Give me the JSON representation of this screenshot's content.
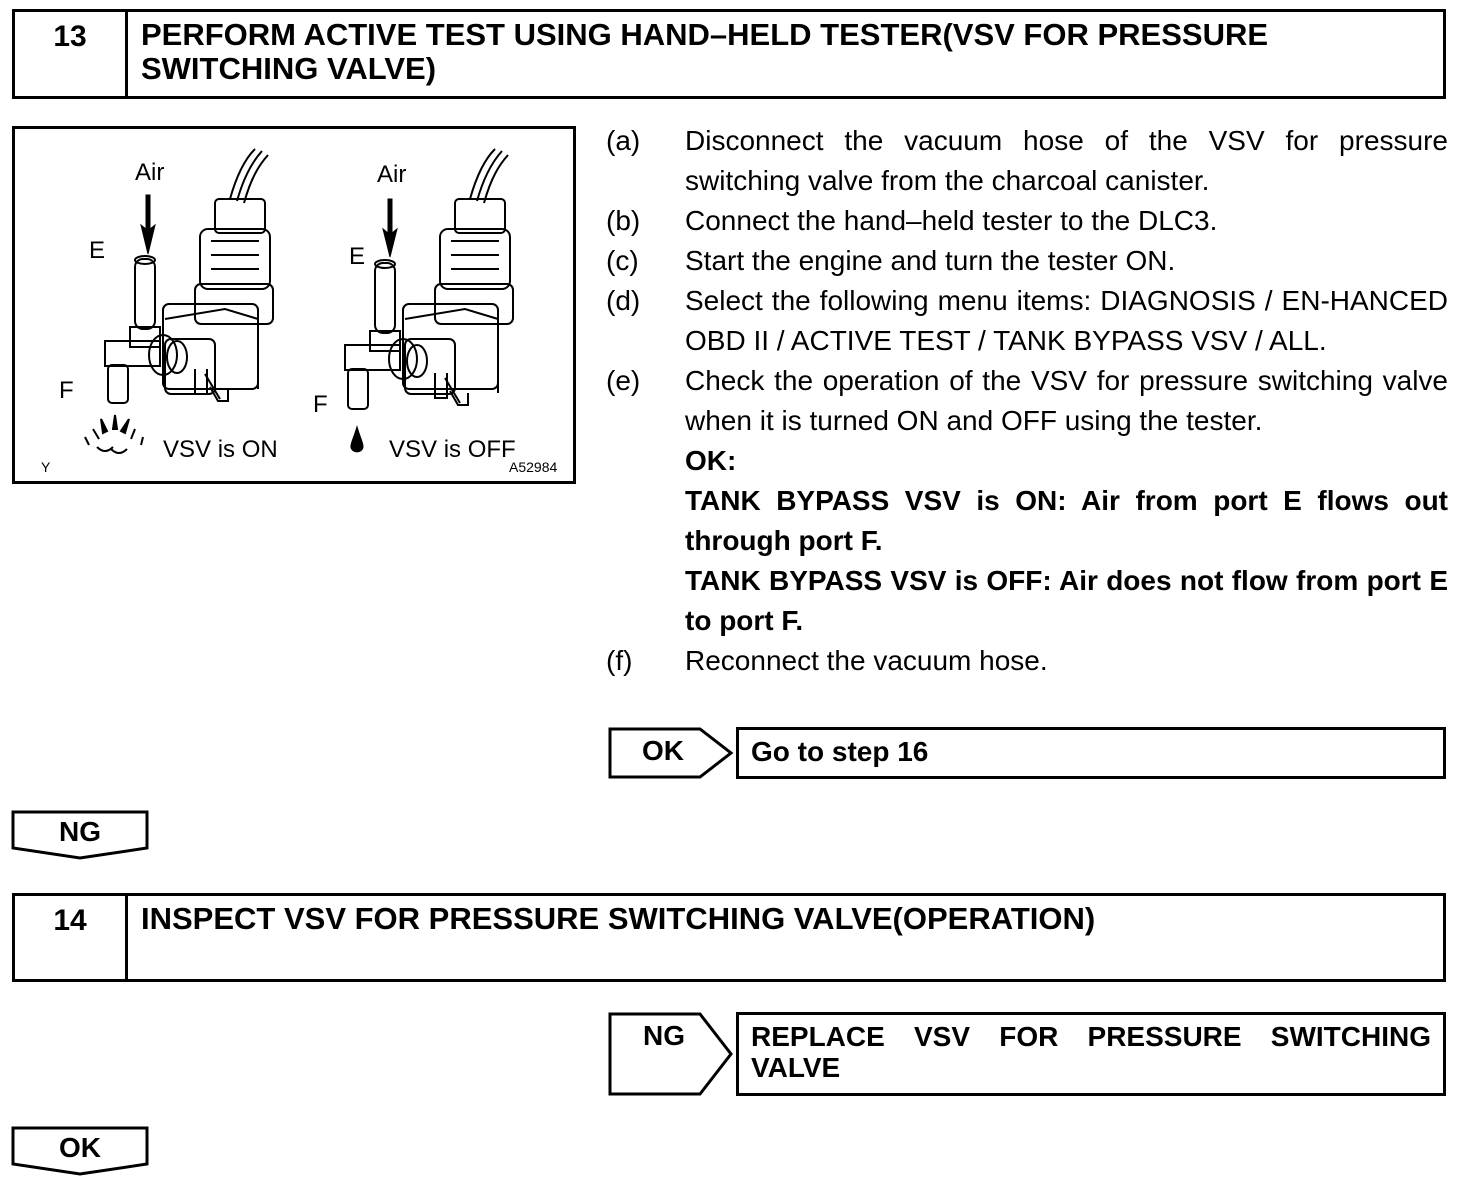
{
  "step13": {
    "number": "13",
    "title": "PERFORM ACTIVE TEST USING HAND–HELD TESTER(VSV FOR PRESSURE SWITCHING VALVE)"
  },
  "figure": {
    "left": {
      "air": "Air",
      "port_e": "E",
      "port_f": "F",
      "caption": "VSV is ON"
    },
    "right": {
      "air": "Air",
      "port_e": "E",
      "port_f": "F",
      "caption": "VSV is OFF"
    },
    "corner_mark": "Y",
    "figure_code": "A52984"
  },
  "procedure": [
    {
      "label": "(a)",
      "text": "Disconnect the vacuum hose of the VSV for pressure switching valve from the charcoal canister."
    },
    {
      "label": "(b)",
      "text": "Connect the hand–held tester to the DLC3."
    },
    {
      "label": "(c)",
      "text": "Start the engine and turn the tester ON."
    },
    {
      "label": "(d)",
      "text": "Select the following menu items: DIAGNOSIS / EN-HANCED OBD II / ACTIVE TEST / TANK BYPASS VSV / ALL."
    },
    {
      "label": "(e)",
      "text": "Check the operation of the VSV for pressure switching valve when it is turned ON and OFF using the tester."
    },
    {
      "label": "(f)",
      "text": "Reconnect the vacuum hose."
    }
  ],
  "ok_spec": {
    "heading": "OK:",
    "line1": "TANK BYPASS VSV is ON: Air from port E flows out through port F.",
    "line2": "TANK BYPASS VSV is OFF: Air does not flow from port E to port F."
  },
  "ok_result": {
    "label": "OK",
    "action": "Go to step 16"
  },
  "ng_down": {
    "label": "NG"
  },
  "step14": {
    "number": "14",
    "title": "INSPECT VSV FOR PRESSURE SWITCHING VALVE(OPERATION)"
  },
  "ng_result": {
    "label": "NG",
    "action": "REPLACE VSV FOR PRESSURE SWITCHING VALVE"
  },
  "ok_down": {
    "label": "OK"
  }
}
